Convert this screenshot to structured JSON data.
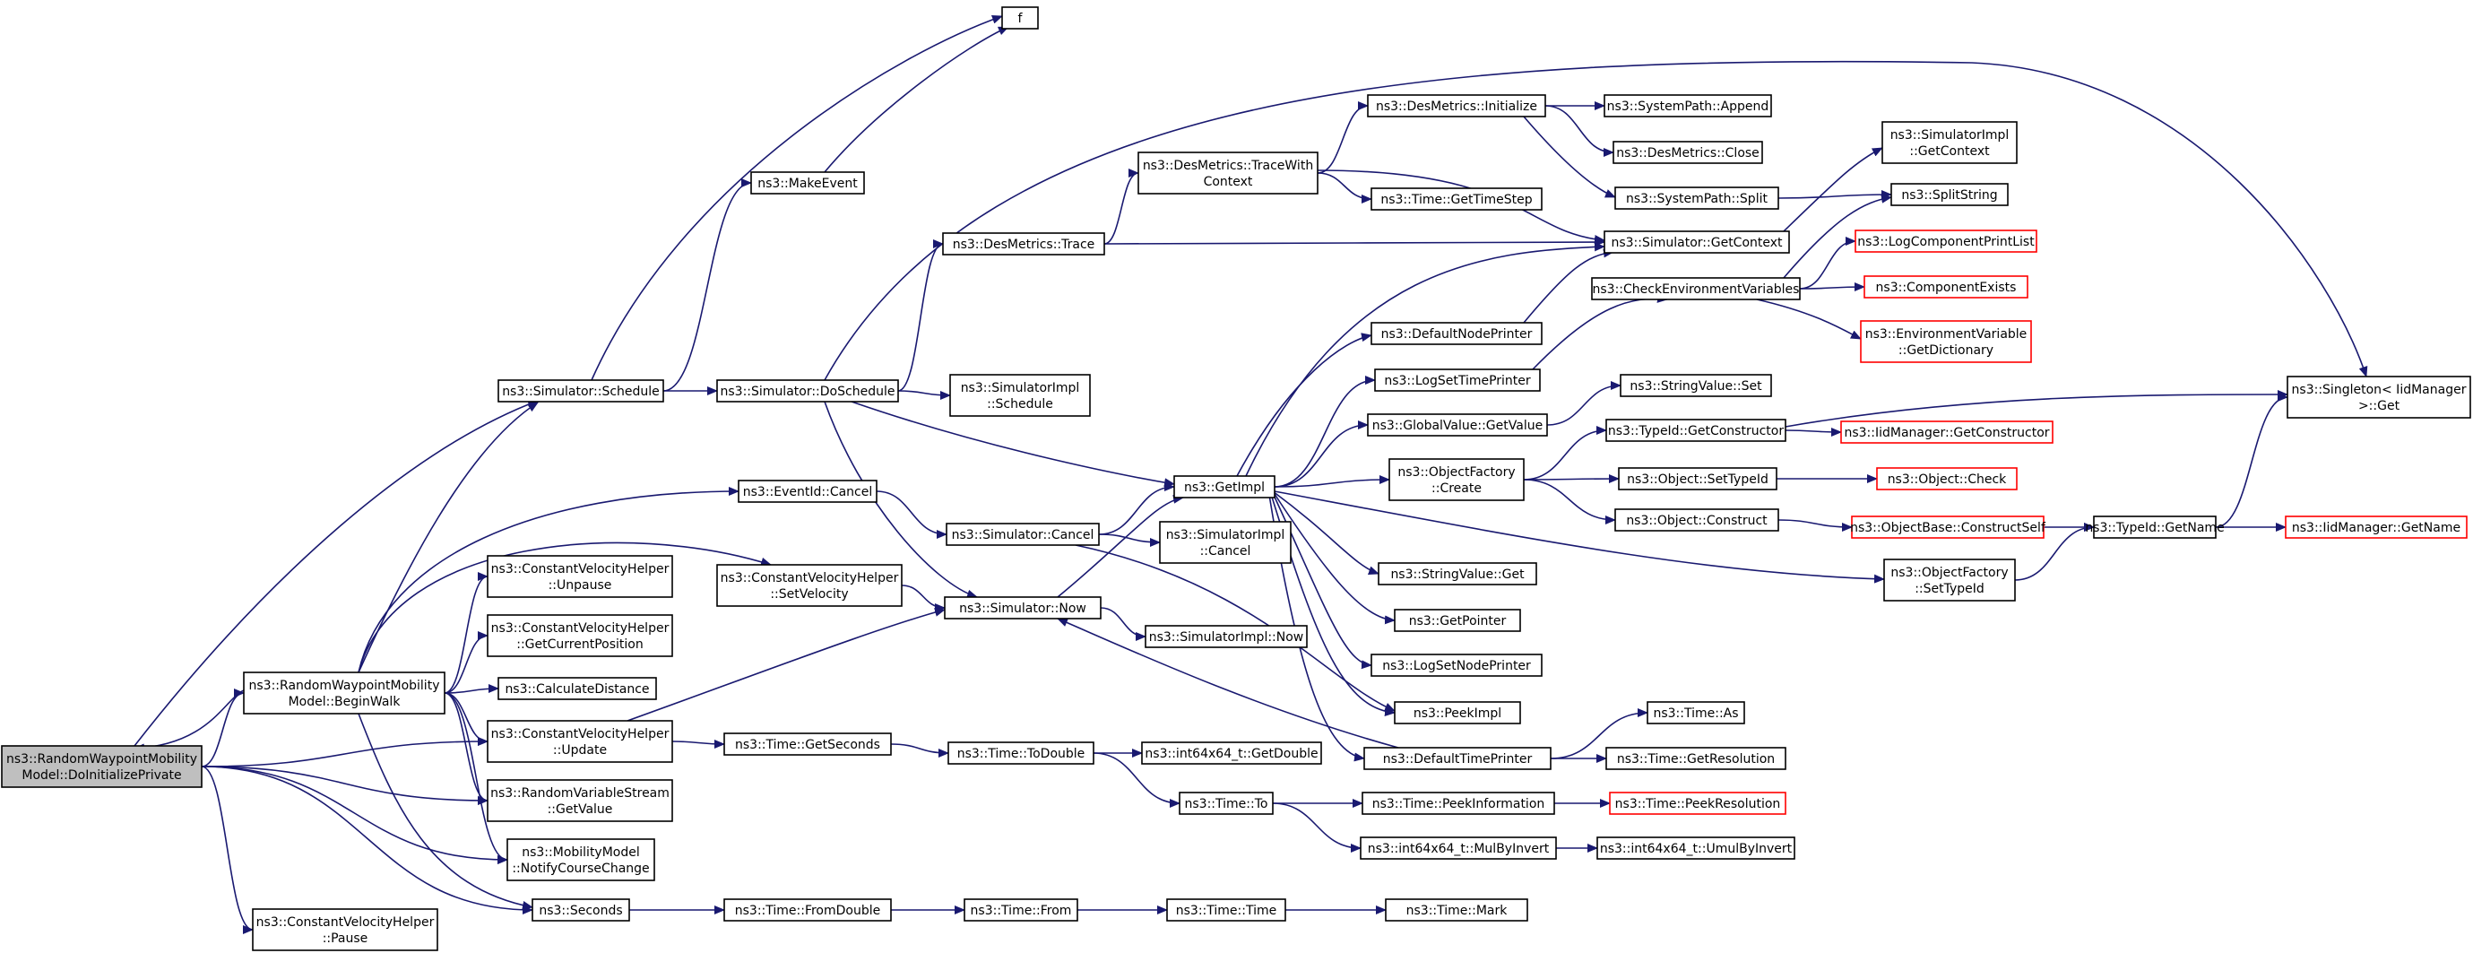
{
  "colors": {
    "edge": "#191970",
    "node_border": "#000000",
    "truncated_border": "#ff0000",
    "root_fill": "#bfbfbf"
  },
  "nodes": [
    {
      "id": "root",
      "lines": [
        "ns3::RandomWaypointMobility",
        "Model::DoInitializePrivate"
      ],
      "style": "root"
    },
    {
      "id": "beginwalk",
      "lines": [
        "ns3::RandomWaypointMobility",
        "Model::BeginWalk"
      ]
    },
    {
      "id": "cvpause",
      "lines": [
        "ns3::ConstantVelocityHelper",
        "::Pause"
      ]
    },
    {
      "id": "schedule",
      "lines": [
        "ns3::Simulator::Schedule"
      ]
    },
    {
      "id": "eventcancel",
      "lines": [
        "ns3::EventId::Cancel"
      ]
    },
    {
      "id": "cvunpause",
      "lines": [
        "ns3::ConstantVelocityHelper",
        "::Unpause"
      ]
    },
    {
      "id": "cvgetpos",
      "lines": [
        "ns3::ConstantVelocityHelper",
        "::GetCurrentPosition"
      ]
    },
    {
      "id": "calcdist",
      "lines": [
        "ns3::CalculateDistance"
      ]
    },
    {
      "id": "cvupdate",
      "lines": [
        "ns3::ConstantVelocityHelper",
        "::Update"
      ]
    },
    {
      "id": "rvsgetvalue",
      "lines": [
        "ns3::RandomVariableStream",
        "::GetValue"
      ]
    },
    {
      "id": "mmnotify",
      "lines": [
        "ns3::MobilityModel",
        "::NotifyCourseChange"
      ]
    },
    {
      "id": "seconds",
      "lines": [
        "ns3::Seconds"
      ]
    },
    {
      "id": "f",
      "lines": [
        "f"
      ]
    },
    {
      "id": "makeevent",
      "lines": [
        "ns3::MakeEvent"
      ]
    },
    {
      "id": "doschedule",
      "lines": [
        "ns3::Simulator::DoSchedule"
      ]
    },
    {
      "id": "cvsetvel",
      "lines": [
        "ns3::ConstantVelocityHelper",
        "::SetVelocity"
      ]
    },
    {
      "id": "timegetseconds",
      "lines": [
        "ns3::Time::GetSeconds"
      ]
    },
    {
      "id": "timefromdouble",
      "lines": [
        "ns3::Time::FromDouble"
      ]
    },
    {
      "id": "destrace",
      "lines": [
        "ns3::DesMetrics::Trace"
      ]
    },
    {
      "id": "simimplschedule",
      "lines": [
        "ns3::SimulatorImpl",
        "::Schedule"
      ]
    },
    {
      "id": "simcancel",
      "lines": [
        "ns3::Simulator::Cancel"
      ]
    },
    {
      "id": "simnow",
      "lines": [
        "ns3::Simulator::Now"
      ]
    },
    {
      "id": "timetodouble",
      "lines": [
        "ns3::Time::ToDouble"
      ]
    },
    {
      "id": "timefrom",
      "lines": [
        "ns3::Time::From"
      ]
    },
    {
      "id": "destracewith",
      "lines": [
        "ns3::DesMetrics::TraceWith",
        "Context"
      ]
    },
    {
      "id": "getimpl",
      "lines": [
        "ns3::GetImpl"
      ]
    },
    {
      "id": "simimplcancel",
      "lines": [
        "ns3::SimulatorImpl",
        "::Cancel"
      ]
    },
    {
      "id": "simimplnow",
      "lines": [
        "ns3::SimulatorImpl::Now"
      ]
    },
    {
      "id": "int64getdouble",
      "lines": [
        "ns3::int64x64_t::GetDouble"
      ]
    },
    {
      "id": "timeto",
      "lines": [
        "ns3::Time::To"
      ]
    },
    {
      "id": "timetime",
      "lines": [
        "ns3::Time::Time"
      ]
    },
    {
      "id": "desinit",
      "lines": [
        "ns3::DesMetrics::Initialize"
      ]
    },
    {
      "id": "timegettimestep",
      "lines": [
        "ns3::Time::GetTimeStep"
      ]
    },
    {
      "id": "defaultnodeprinter",
      "lines": [
        "ns3::DefaultNodePrinter"
      ]
    },
    {
      "id": "logsettimeprinter",
      "lines": [
        "ns3::LogSetTimePrinter"
      ]
    },
    {
      "id": "globalvaluegetvalue",
      "lines": [
        "ns3::GlobalValue::GetValue"
      ]
    },
    {
      "id": "objfactorycreate",
      "lines": [
        "ns3::ObjectFactory",
        "::Create"
      ]
    },
    {
      "id": "stringvalueget",
      "lines": [
        "ns3::StringValue::Get"
      ]
    },
    {
      "id": "getpointer",
      "lines": [
        "ns3::GetPointer"
      ]
    },
    {
      "id": "logsetnodeprinter",
      "lines": [
        "ns3::LogSetNodePrinter"
      ]
    },
    {
      "id": "peekimpl",
      "lines": [
        "ns3::PeekImpl"
      ]
    },
    {
      "id": "defaulttimeprinter",
      "lines": [
        "ns3::DefaultTimePrinter"
      ]
    },
    {
      "id": "timepeekinfo",
      "lines": [
        "ns3::Time::PeekInformation"
      ]
    },
    {
      "id": "int64mulbyinvert",
      "lines": [
        "ns3::int64x64_t::MulByInvert"
      ]
    },
    {
      "id": "timemark",
      "lines": [
        "ns3::Time::Mark"
      ]
    },
    {
      "id": "syspathappend",
      "lines": [
        "ns3::SystemPath::Append"
      ]
    },
    {
      "id": "desclose",
      "lines": [
        "ns3::DesMetrics::Close"
      ]
    },
    {
      "id": "syspathsplit",
      "lines": [
        "ns3::SystemPath::Split"
      ]
    },
    {
      "id": "simgetcontext",
      "lines": [
        "ns3::Simulator::GetContext"
      ]
    },
    {
      "id": "checkenv",
      "lines": [
        "ns3::CheckEnvironmentVariables"
      ]
    },
    {
      "id": "stringvalueset",
      "lines": [
        "ns3::StringValue::Set"
      ]
    },
    {
      "id": "typeidgetconstructor",
      "lines": [
        "ns3::TypeId::GetConstructor"
      ]
    },
    {
      "id": "objsettypeid",
      "lines": [
        "ns3::Object::SetTypeId"
      ]
    },
    {
      "id": "objconstruct",
      "lines": [
        "ns3::Object::Construct"
      ]
    },
    {
      "id": "objfactorysettypeid",
      "lines": [
        "ns3::ObjectFactory",
        "::SetTypeId"
      ]
    },
    {
      "id": "timeas",
      "lines": [
        "ns3::Time::As"
      ]
    },
    {
      "id": "timegetresolution",
      "lines": [
        "ns3::Time::GetResolution"
      ]
    },
    {
      "id": "timepeekresolution",
      "lines": [
        "ns3::Time::PeekResolution"
      ],
      "style": "red"
    },
    {
      "id": "int64umulbyinvert",
      "lines": [
        "ns3::int64x64_t::UmulByInvert"
      ]
    },
    {
      "id": "simimplgetcontext",
      "lines": [
        "ns3::SimulatorImpl",
        "::GetContext"
      ]
    },
    {
      "id": "splitstring",
      "lines": [
        "ns3::SplitString"
      ]
    },
    {
      "id": "logcompprintlist",
      "lines": [
        "ns3::LogComponentPrintList"
      ],
      "style": "red"
    },
    {
      "id": "componentexists",
      "lines": [
        "ns3::ComponentExists"
      ],
      "style": "red"
    },
    {
      "id": "envvargetdict",
      "lines": [
        "ns3::EnvironmentVariable",
        "::GetDictionary"
      ],
      "style": "red"
    },
    {
      "id": "iidmgrgetconstructor",
      "lines": [
        "ns3::IidManager::GetConstructor"
      ],
      "style": "red"
    },
    {
      "id": "objcheck",
      "lines": [
        "ns3::Object::Check"
      ],
      "style": "red"
    },
    {
      "id": "objbaseconstructself",
      "lines": [
        "ns3::ObjectBase::ConstructSelf"
      ],
      "style": "red"
    },
    {
      "id": "typeidgetname",
      "lines": [
        "ns3::TypeId::GetName"
      ]
    },
    {
      "id": "singletonget",
      "lines": [
        "ns3::Singleton< IidManager",
        ">::Get"
      ]
    },
    {
      "id": "iidmgrgetname",
      "lines": [
        "ns3::IidManager::GetName"
      ],
      "style": "red"
    }
  ]
}
